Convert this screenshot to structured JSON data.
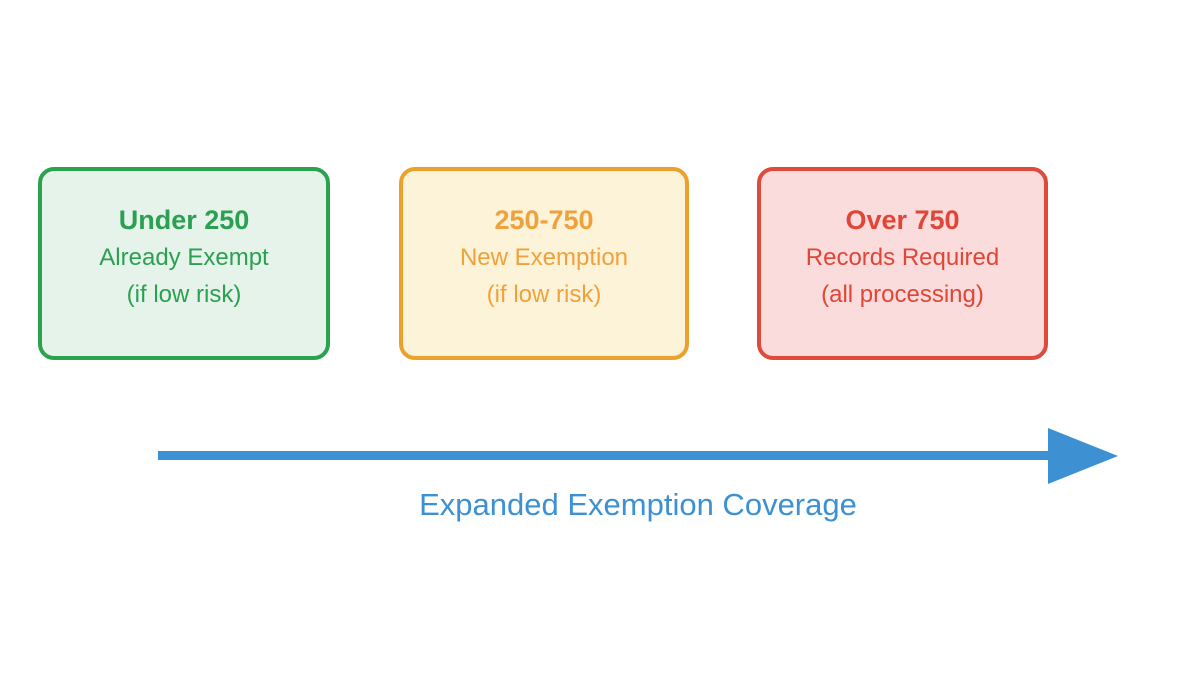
{
  "diagram": {
    "cards": [
      {
        "title": "Under 250",
        "line1": "Already Exempt",
        "line2": "(if low risk)",
        "border_color": "#2ca24f",
        "fill_color": "#e6f3ea",
        "text_color": "#2ba052"
      },
      {
        "title": "250-750",
        "line1": "New Exemption",
        "line2": "(if low risk)",
        "border_color": "#eda12d",
        "fill_color": "#fcf3d9",
        "text_color": "#f0a13c"
      },
      {
        "title": "Over 750",
        "line1": "Records Required",
        "line2": "(all processing)",
        "border_color": "#de4b3b",
        "fill_color": "#f9dcdb",
        "text_color": "#e04537"
      }
    ],
    "arrow": {
      "label": "Expanded Exemption Coverage",
      "color": "#3d91d3",
      "direction": "right"
    }
  }
}
